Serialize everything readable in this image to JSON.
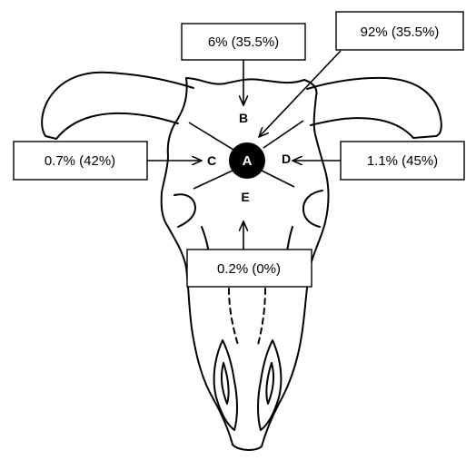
{
  "points": {
    "a": "A",
    "b": "B",
    "c": "C",
    "d": "D",
    "e": "E"
  },
  "callouts": {
    "top": "6% (35.5%)",
    "top_right": "92% (35.5%)",
    "left": "0.7% (42%)",
    "right": "1.1% (45%)",
    "bottom": "0.2% (0%)"
  }
}
